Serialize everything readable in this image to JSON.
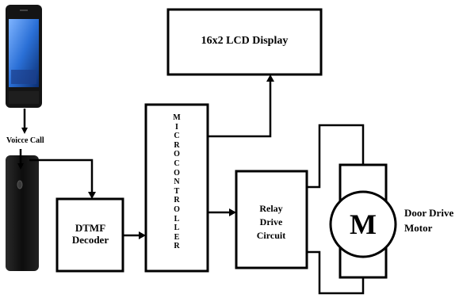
{
  "labels": {
    "lcd": "16x2 LCD Display",
    "voice_call": "Voicce Call",
    "dtmf": "DTMF Decoder",
    "microcontroller": "MICROCONTROLLER",
    "relay": "Relay Drive Circuit",
    "motor_symbol": "M",
    "motor": "Door Drive Motor"
  },
  "icons": {
    "smartphone": "smartphone-icon",
    "phone_back": "phone-back-icon",
    "motor": "motor-icon"
  },
  "colors": {
    "line": "#000000",
    "background": "#ffffff",
    "screen_blue": "#2a6fd6",
    "phone_body": "#141414"
  }
}
